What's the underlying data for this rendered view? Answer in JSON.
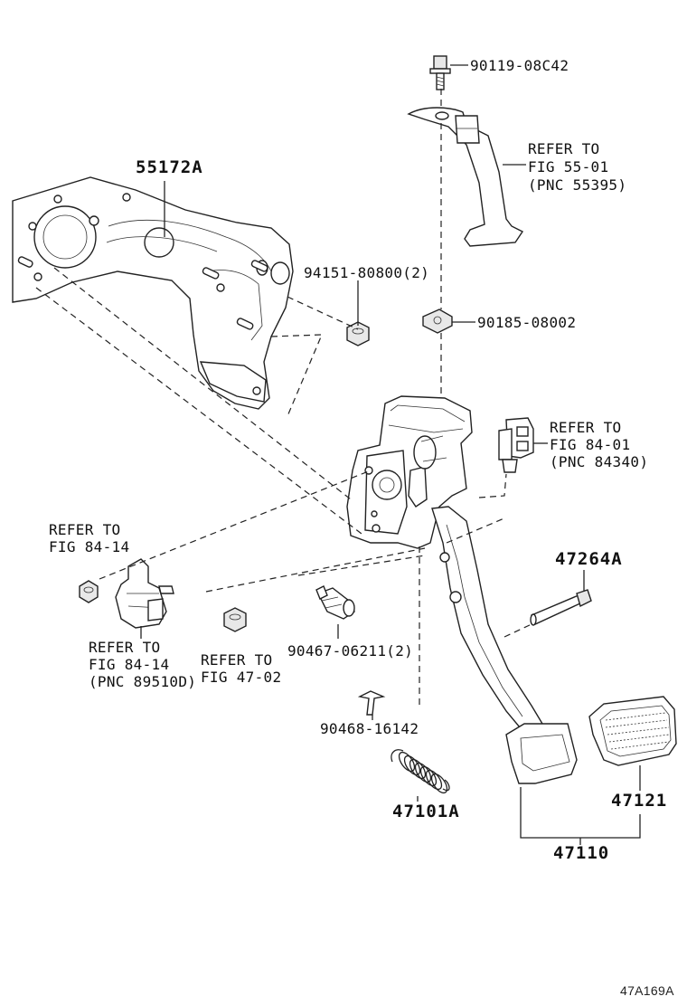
{
  "diagram": {
    "figure_id": "47A169A",
    "labels": {
      "bracket_main": "55172A",
      "bolt_top": "90119-08C42",
      "refer_fig_55_01": [
        "REFER TO",
        "FIG 55-01",
        "(PNC 55395)"
      ],
      "nut_94151": "94151-80800(2)",
      "nut_90185": "90185-08002",
      "refer_fig_84_01": [
        "REFER TO",
        "FIG 84-01",
        "(PNC 84340)"
      ],
      "refer_fig_84_14_upper": [
        "REFER TO",
        "FIG 84-14"
      ],
      "refer_fig_84_14_lower": [
        "REFER TO",
        "FIG 84-14",
        "(PNC 89510D)"
      ],
      "refer_fig_47_02": [
        "REFER TO",
        "FIG 47-02"
      ],
      "pin_47264A": "47264A",
      "bushing_90467": "90467-06211(2)",
      "clip_90468": "90468-16142",
      "spring_47101A": "47101A",
      "pad_47121": "47121",
      "pedal_47110": "47110"
    }
  }
}
